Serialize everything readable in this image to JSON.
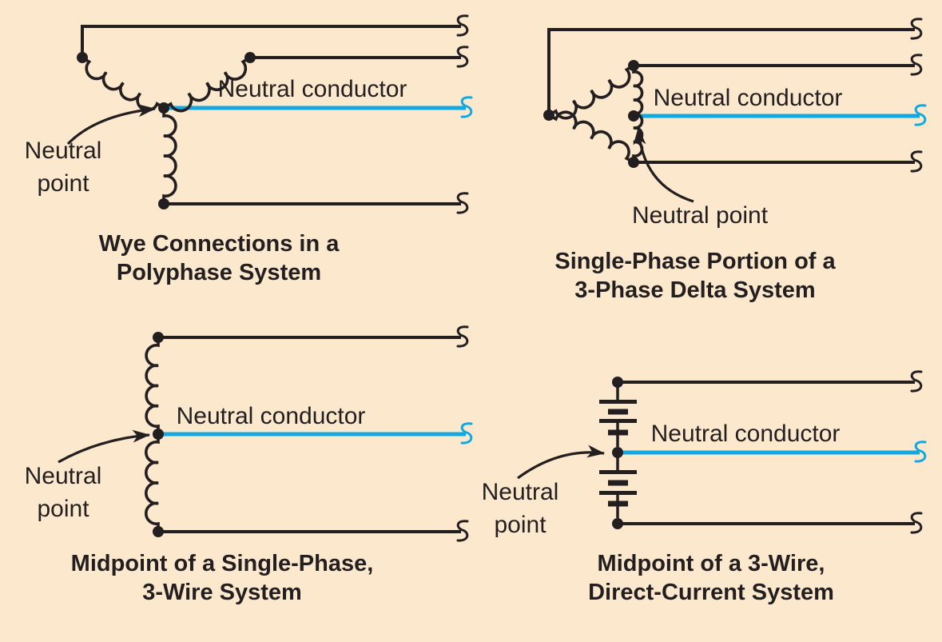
{
  "colors": {
    "background": "#fce9cd",
    "wire": "#231f20",
    "text": "#231f20",
    "neutral": "#12a8e0"
  },
  "panels": [
    {
      "id": "wye",
      "title": [
        "Wye Connections in a",
        "Polyphase System"
      ],
      "neutral_conductor_label": "Neutral conductor",
      "neutral_point_label": [
        "Neutral",
        "point"
      ]
    },
    {
      "id": "delta",
      "title": [
        "Single-Phase Portion of a",
        "3-Phase Delta System"
      ],
      "neutral_conductor_label": "Neutral conductor",
      "neutral_point_label": [
        "Neutral point"
      ]
    },
    {
      "id": "single-phase-midpoint",
      "title": [
        "Midpoint of a Single-Phase,",
        "3-Wire System"
      ],
      "neutral_conductor_label": "Neutral conductor",
      "neutral_point_label": [
        "Neutral",
        "point"
      ]
    },
    {
      "id": "dc-midpoint",
      "title": [
        "Midpoint of a 3-Wire,",
        "Direct-Current System"
      ],
      "neutral_conductor_label": "Neutral conductor",
      "neutral_point_label": [
        "Neutral",
        "point"
      ]
    }
  ]
}
